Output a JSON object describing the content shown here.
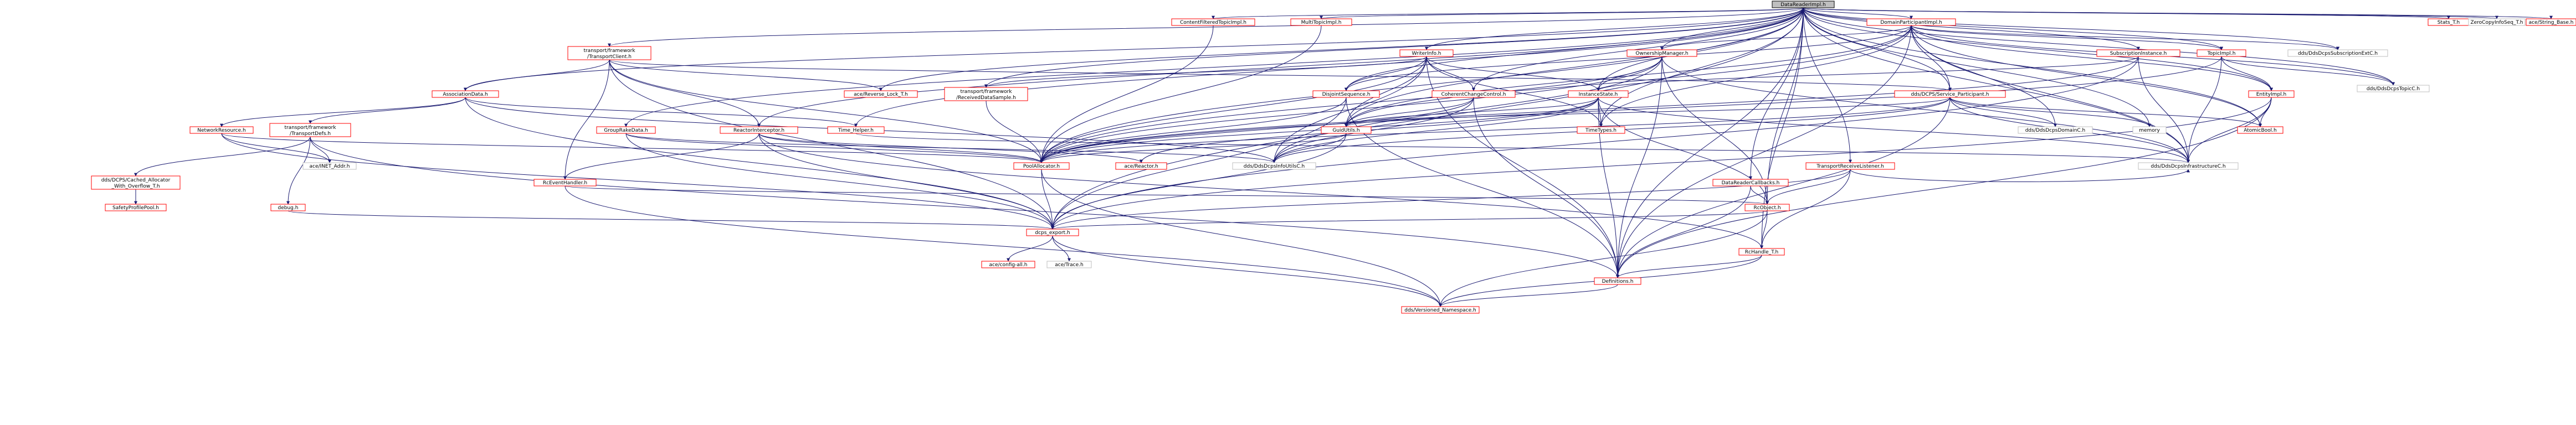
{
  "colors": {
    "root_fill": "#bfbfbf",
    "root_stroke": "#000000",
    "local_stroke": "#ff0000",
    "system_stroke": "#bfbfbf",
    "node_fill": "#ffffff",
    "edge": "#191970"
  },
  "nodes": [
    {
      "id": "n0",
      "label": "DataReaderImpl.h",
      "kind": "root"
    },
    {
      "id": "n1",
      "label": "ContentFilteredTopicImpl.h",
      "kind": "local"
    },
    {
      "id": "n2",
      "label": "MultiTopicImpl.h",
      "kind": "local"
    },
    {
      "id": "n3",
      "label": "DomainParticipantImpl.h",
      "kind": "local"
    },
    {
      "id": "n4",
      "label": "Stats_T.h",
      "kind": "local"
    },
    {
      "id": "n5",
      "label": "ZeroCopyInfoSeq_T.h",
      "kind": "system"
    },
    {
      "id": "n6",
      "label": "ace/String_Base.h",
      "kind": "local"
    },
    {
      "id": "n7",
      "label": "transport/framework",
      "label2": "/TransportClient.h",
      "kind": "local"
    },
    {
      "id": "n8",
      "label": "WriterInfo.h",
      "kind": "local"
    },
    {
      "id": "n9",
      "label": "OwnershipManager.h",
      "kind": "local"
    },
    {
      "id": "n10",
      "label": "Subscriptionlnstance.h",
      "kind": "local"
    },
    {
      "id": "n11",
      "label": "TopicImpl.h",
      "kind": "local"
    },
    {
      "id": "n12",
      "label": "dds/DdsDcpsSubscriptionExtC.h",
      "kind": "system"
    },
    {
      "id": "n13",
      "label": "dds/DdsDcpsTopicC.h",
      "kind": "system"
    },
    {
      "id": "n14",
      "label": "AssociationData.h",
      "kind": "local"
    },
    {
      "id": "n15",
      "label": "ace/Reverse_Lock_T.h",
      "kind": "local"
    },
    {
      "id": "n16",
      "label": "transport/framework",
      "label2": "/ReceivedDataSample.h",
      "kind": "local"
    },
    {
      "id": "n17",
      "label": "DisjointSequence.h",
      "kind": "local"
    },
    {
      "id": "n18",
      "label": "CoherentChangeControl.h",
      "kind": "local"
    },
    {
      "id": "n19",
      "label": "InstanceState.h",
      "kind": "local"
    },
    {
      "id": "n20",
      "label": "dds/DCPS/Service_Participant.h",
      "kind": "local"
    },
    {
      "id": "n21",
      "label": "EntityImpl.h",
      "kind": "local"
    },
    {
      "id": "n22",
      "label": "NetworkResource.h",
      "kind": "local"
    },
    {
      "id": "n23",
      "label": "transport/framework",
      "label2": "/TransportDefs.h",
      "kind": "local"
    },
    {
      "id": "n24",
      "label": "GroupRakeData.h",
      "kind": "local"
    },
    {
      "id": "n25",
      "label": "ReactorInterceptor.h",
      "kind": "local"
    },
    {
      "id": "n26",
      "label": "Time_Helper.h",
      "kind": "local"
    },
    {
      "id": "n27",
      "label": "GuidUtils.h",
      "kind": "local"
    },
    {
      "id": "n28",
      "label": "TimeTypes.h",
      "kind": "local"
    },
    {
      "id": "n29",
      "label": "dds/DdsDcpsDomainC.h",
      "kind": "system"
    },
    {
      "id": "n30",
      "label": "memory",
      "kind": "system"
    },
    {
      "id": "n31",
      "label": "AtomicBool.h",
      "kind": "local"
    },
    {
      "id": "n32",
      "label": "TransportReceiveListener.h",
      "kind": "local"
    },
    {
      "id": "n33",
      "label": "ace/INET_Addr.h",
      "kind": "system"
    },
    {
      "id": "n34",
      "label": "PoolAllocator.h",
      "kind": "local"
    },
    {
      "id": "n35",
      "label": "ace/Reactor.h",
      "kind": "local"
    },
    {
      "id": "n36",
      "label": "dds/DdsDcpsInfoUtilsC.h",
      "kind": "system"
    },
    {
      "id": "n37",
      "label": "dds/DdsDcpsInfrastructureC.h",
      "kind": "system"
    },
    {
      "id": "n38",
      "label": "dds/DCPS/Cached_Allocator",
      "label2": "_With_Overflow_T.h",
      "kind": "local"
    },
    {
      "id": "n39",
      "label": "RcEventHandler.h",
      "kind": "local"
    },
    {
      "id": "n40",
      "label": "DataReaderCallbacks.h",
      "kind": "local"
    },
    {
      "id": "n41",
      "label": "SafetyProfilePool.h",
      "kind": "local"
    },
    {
      "id": "n42",
      "label": "debug.h",
      "kind": "local"
    },
    {
      "id": "n43",
      "label": "RcObject.h",
      "kind": "local"
    },
    {
      "id": "n44",
      "label": "dcps_export.h",
      "kind": "local"
    },
    {
      "id": "n45",
      "label": "RcHandle_T.h",
      "kind": "local"
    },
    {
      "id": "n46",
      "label": "ace/config-all.h",
      "kind": "local"
    },
    {
      "id": "n47",
      "label": "ace/Trace.h",
      "kind": "system"
    },
    {
      "id": "n48",
      "label": "Definitions.h",
      "kind": "local"
    },
    {
      "id": "n49",
      "label": "dds/Versioned_Namespace.h",
      "kind": "local"
    }
  ],
  "edges": [
    [
      "n0",
      "n1"
    ],
    [
      "n0",
      "n2"
    ],
    [
      "n0",
      "n3"
    ],
    [
      "n0",
      "n4"
    ],
    [
      "n0",
      "n5"
    ],
    [
      "n0",
      "n6"
    ],
    [
      "n0",
      "n7"
    ],
    [
      "n0",
      "n8"
    ],
    [
      "n0",
      "n9"
    ],
    [
      "n0",
      "n10"
    ],
    [
      "n0",
      "n11"
    ],
    [
      "n0",
      "n12"
    ],
    [
      "n0",
      "n13"
    ],
    [
      "n0",
      "n14"
    ],
    [
      "n0",
      "n15"
    ],
    [
      "n0",
      "n16"
    ],
    [
      "n0",
      "n17"
    ],
    [
      "n0",
      "n18"
    ],
    [
      "n0",
      "n19"
    ],
    [
      "n0",
      "n20"
    ],
    [
      "n0",
      "n21"
    ],
    [
      "n0",
      "n24"
    ],
    [
      "n0",
      "n25"
    ],
    [
      "n0",
      "n26"
    ],
    [
      "n0",
      "n27"
    ],
    [
      "n0",
      "n28"
    ],
    [
      "n0",
      "n30"
    ],
    [
      "n0",
      "n31"
    ],
    [
      "n0",
      "n32"
    ],
    [
      "n0",
      "n34"
    ],
    [
      "n0",
      "n37"
    ],
    [
      "n0",
      "n40"
    ],
    [
      "n0",
      "n43"
    ],
    [
      "n0",
      "n44"
    ],
    [
      "n0",
      "n45"
    ],
    [
      "n0",
      "n48"
    ],
    [
      "n1",
      "n34"
    ],
    [
      "n2",
      "n34"
    ],
    [
      "n3",
      "n9"
    ],
    [
      "n3",
      "n11"
    ],
    [
      "n3",
      "n12"
    ],
    [
      "n3",
      "n13"
    ],
    [
      "n3",
      "n17"
    ],
    [
      "n3",
      "n20"
    ],
    [
      "n3",
      "n21"
    ],
    [
      "n3",
      "n27"
    ],
    [
      "n3",
      "n28"
    ],
    [
      "n3",
      "n29"
    ],
    [
      "n3",
      "n34"
    ],
    [
      "n3",
      "n37"
    ],
    [
      "n3",
      "n48"
    ],
    [
      "n3",
      "n31"
    ],
    [
      "n7",
      "n14"
    ],
    [
      "n7",
      "n15"
    ],
    [
      "n7",
      "n25"
    ],
    [
      "n7",
      "n34"
    ],
    [
      "n7",
      "n39"
    ],
    [
      "n7",
      "n44"
    ],
    [
      "n7",
      "n20"
    ],
    [
      "n8",
      "n16"
    ],
    [
      "n8",
      "n17"
    ],
    [
      "n8",
      "n18"
    ],
    [
      "n8",
      "n19"
    ],
    [
      "n8",
      "n27"
    ],
    [
      "n8",
      "n28"
    ],
    [
      "n8",
      "n34"
    ],
    [
      "n8",
      "n36"
    ],
    [
      "n8",
      "n48"
    ],
    [
      "n9",
      "n19"
    ],
    [
      "n9",
      "n27"
    ],
    [
      "n9",
      "n34"
    ],
    [
      "n9",
      "n36"
    ],
    [
      "n9",
      "n37"
    ],
    [
      "n9",
      "n43"
    ],
    [
      "n9",
      "n48"
    ],
    [
      "n10",
      "n19"
    ],
    [
      "n10",
      "n34"
    ],
    [
      "n10",
      "n37"
    ],
    [
      "n10",
      "n44"
    ],
    [
      "n11",
      "n13"
    ],
    [
      "n11",
      "n21"
    ],
    [
      "n11",
      "n34"
    ],
    [
      "n11",
      "n37"
    ],
    [
      "n14",
      "n22"
    ],
    [
      "n14",
      "n23"
    ],
    [
      "n14",
      "n26"
    ],
    [
      "n14",
      "n36"
    ],
    [
      "n14",
      "n44"
    ],
    [
      "n16",
      "n34"
    ],
    [
      "n17",
      "n34"
    ],
    [
      "n17",
      "n44"
    ],
    [
      "n17",
      "n48"
    ],
    [
      "n18",
      "n27"
    ],
    [
      "n18",
      "n34"
    ],
    [
      "n18",
      "n36"
    ],
    [
      "n18",
      "n48"
    ],
    [
      "n19",
      "n27"
    ],
    [
      "n19",
      "n28"
    ],
    [
      "n19",
      "n34"
    ],
    [
      "n19",
      "n35"
    ],
    [
      "n19",
      "n36"
    ],
    [
      "n19",
      "n37"
    ],
    [
      "n19",
      "n48"
    ],
    [
      "n19",
      "n43"
    ],
    [
      "n20",
      "n27"
    ],
    [
      "n20",
      "n29"
    ],
    [
      "n20",
      "n30"
    ],
    [
      "n20",
      "n31"
    ],
    [
      "n20",
      "n34"
    ],
    [
      "n20",
      "n36"
    ],
    [
      "n20",
      "n37"
    ],
    [
      "n20",
      "n48"
    ],
    [
      "n21",
      "n31"
    ],
    [
      "n21",
      "n37"
    ],
    [
      "n21",
      "n48"
    ],
    [
      "n21",
      "n44"
    ],
    [
      "n22",
      "n33"
    ],
    [
      "n22",
      "n34"
    ],
    [
      "n22",
      "n44"
    ],
    [
      "n23",
      "n33"
    ],
    [
      "n23",
      "n38"
    ],
    [
      "n23",
      "n42"
    ],
    [
      "n23",
      "n48"
    ],
    [
      "n24",
      "n34"
    ],
    [
      "n24",
      "n44"
    ],
    [
      "n24",
      "n36"
    ],
    [
      "n25",
      "n35"
    ],
    [
      "n25",
      "n39"
    ],
    [
      "n25",
      "n34"
    ],
    [
      "n25",
      "n44"
    ],
    [
      "n25",
      "n45"
    ],
    [
      "n26",
      "n37"
    ],
    [
      "n27",
      "n34"
    ],
    [
      "n27",
      "n36"
    ],
    [
      "n27",
      "n44"
    ],
    [
      "n32",
      "n43"
    ],
    [
      "n32",
      "n44"
    ],
    [
      "n32",
      "n45"
    ],
    [
      "n32",
      "n37"
    ],
    [
      "n34",
      "n44"
    ],
    [
      "n34",
      "n49"
    ],
    [
      "n38",
      "n41"
    ],
    [
      "n39",
      "n43"
    ],
    [
      "n39",
      "n49"
    ],
    [
      "n40",
      "n43"
    ],
    [
      "n40",
      "n48"
    ],
    [
      "n42",
      "n44"
    ],
    [
      "n43",
      "n44"
    ],
    [
      "n43",
      "n45"
    ],
    [
      "n43",
      "n49"
    ],
    [
      "n44",
      "n46"
    ],
    [
      "n44",
      "n47"
    ],
    [
      "n44",
      "n49"
    ],
    [
      "n45",
      "n48"
    ],
    [
      "n45",
      "n49"
    ],
    [
      "n48",
      "n49"
    ]
  ]
}
